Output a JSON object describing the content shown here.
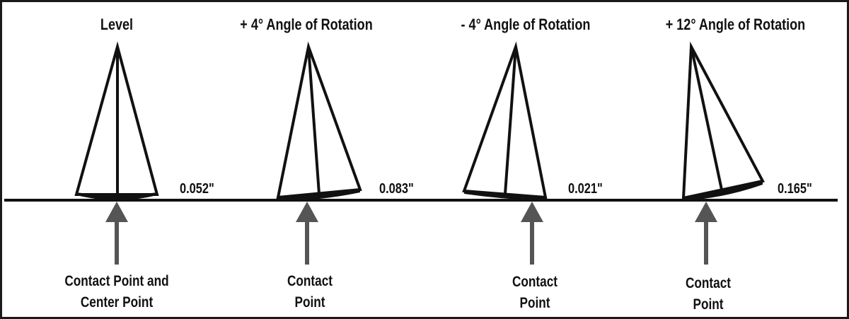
{
  "colors": {
    "ink": "#111111",
    "arrow": "#555555",
    "background": "#ffffff"
  },
  "panels": [
    {
      "title": "Level",
      "measurement": "0.052\"",
      "label_lines": [
        "Contact Point and",
        "Center Point"
      ]
    },
    {
      "title": "+ 4° Angle of Rotation",
      "measurement": "0.083\"",
      "label_lines": [
        "Contact",
        "Point"
      ]
    },
    {
      "title": "- 4° Angle of Rotation",
      "measurement": "0.021\"",
      "label_lines": [
        "Contact",
        "Point"
      ]
    },
    {
      "title": "+ 12° Angle of Rotation",
      "measurement": "0.165\"",
      "label_lines": [
        "Contact",
        "Point"
      ]
    }
  ]
}
